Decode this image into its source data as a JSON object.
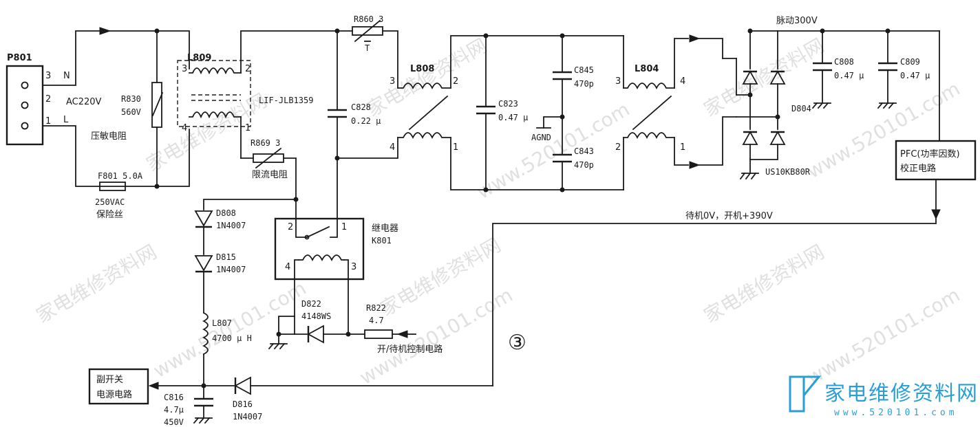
{
  "components": {
    "p801": "P801",
    "p801_pin3": "3",
    "p801_pin2": "2",
    "p801_pin1": "1",
    "line_n": "N",
    "line_l": "L",
    "ac_voltage": "AC220V",
    "r830": "R830",
    "r830_val": "560V",
    "varistor": "压敏电阻",
    "f801": "F801 5.0A",
    "f801_rating": "250VAC",
    "fuse": "保险丝",
    "l809": "L809",
    "l809_part": "LIF-JLB1359",
    "l809_p3": "3",
    "l809_p2": "2",
    "l809_p4": "4",
    "l809_p1": "1",
    "r869": "R869 3",
    "limit_res": "限流电阻",
    "r860": "R860 3",
    "r860_t": "T",
    "c828": "C828",
    "c828_val": "0.22 μ",
    "l808": "L808",
    "l808_p3": "3",
    "l808_p2": "2",
    "l808_p4": "4",
    "l808_p1": "1",
    "c823": "C823",
    "c823_val": "0.47 μ",
    "c845": "C845",
    "c845_val": "470p",
    "agnd": "AGND",
    "c843": "C843",
    "c843_val": "470p",
    "l804": "L804",
    "l804_p3": "3",
    "l804_p4": "4",
    "l804_p2": "2",
    "l804_p1": "1",
    "pulse_300v": "脉动300V",
    "d804": "D804",
    "bridge_part": "US10KB80R",
    "c808": "C808",
    "c808_val": "0.47 μ",
    "c809": "C809",
    "c809_val": "0.47 μ",
    "pfc_line1": "PFC(功率因数)",
    "pfc_line2": "校正电路",
    "standby_note": "待机0V，开机+390V",
    "d808": "D808",
    "d808_part": "1N4007",
    "d815": "D815",
    "d815_part": "1N4007",
    "relay_line1": "继电器",
    "relay_line2": "K801",
    "relay_p2": "2",
    "relay_p1": "1",
    "relay_p4": "4",
    "relay_p3": "3",
    "d822": "D822",
    "d822_part": "4148WS",
    "r822": "R822",
    "r822_val": "4.7",
    "onoff_ctrl": "开/待机控制电路",
    "l807": "L807",
    "l807_val": "4700 μ H",
    "circle_marker": "③",
    "sub_sw_line1": "副开关",
    "sub_sw_line2": "电源电路",
    "c816": "C816",
    "c816_val": "4.7μ",
    "c816_rating": "450V",
    "d816": "D816",
    "d816_part": "1N4007"
  },
  "watermark": {
    "text": "家电维修资料网",
    "url": "www.520101.com",
    "logo_url": "www.520101.com"
  }
}
